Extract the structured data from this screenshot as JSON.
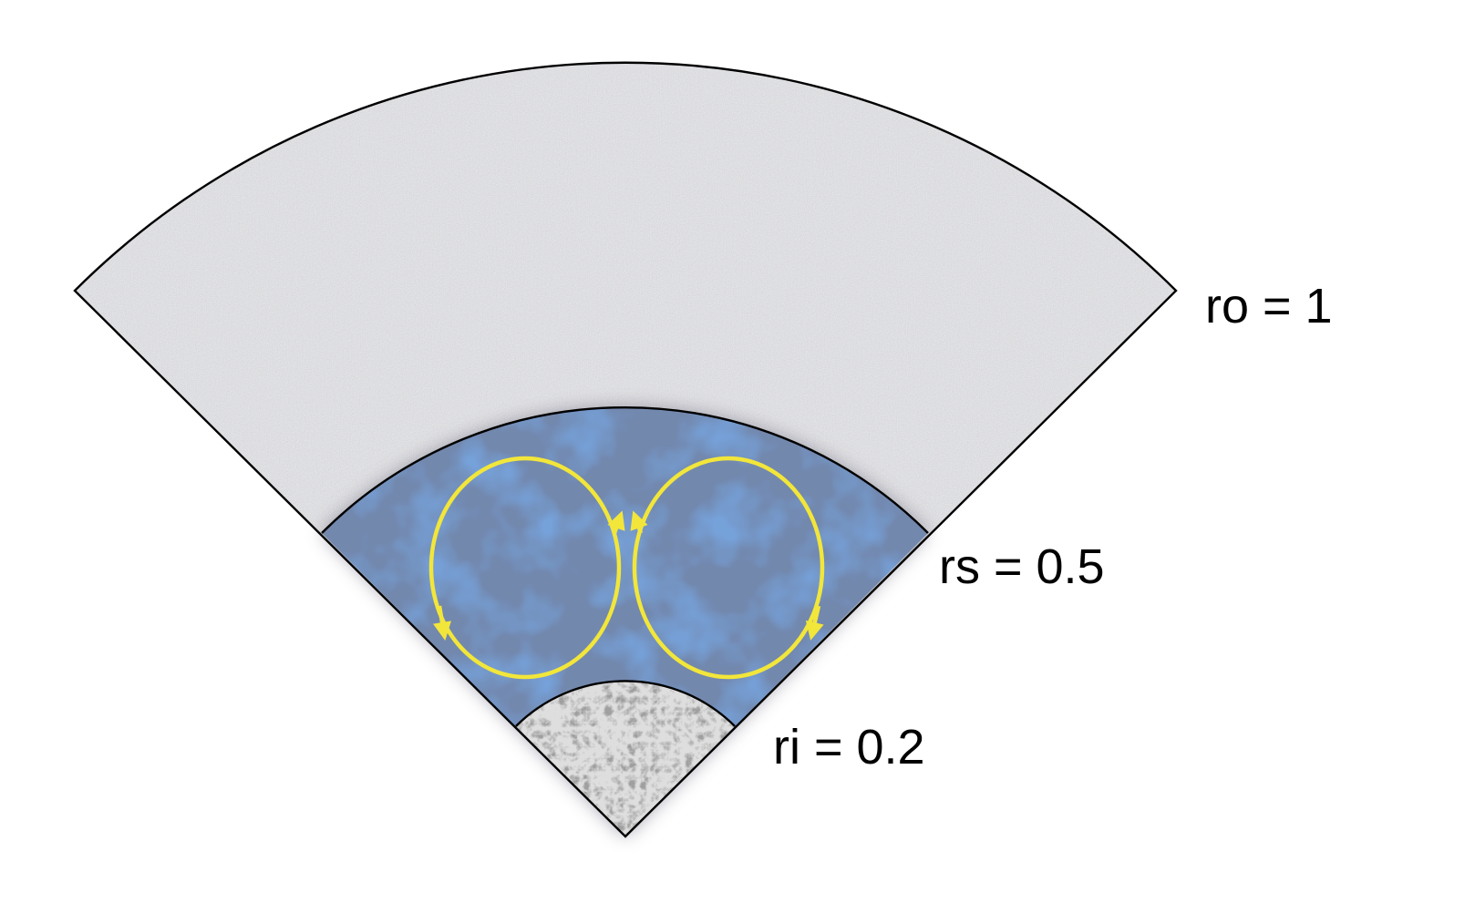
{
  "labels": {
    "outer": "ro = 1",
    "shell": "rs = 0.5",
    "inner": "ri = 0.2"
  },
  "colors": {
    "outer_fill": "#d6d7da",
    "shell_fill": "#6f86ad",
    "shell_blob": "#2f5aa8",
    "inner_fill": "#dcdcdc",
    "arrows": "#f2e63a",
    "outline": "#000000"
  },
  "icons": {
    "convection": "circulating-arrow-loops"
  }
}
